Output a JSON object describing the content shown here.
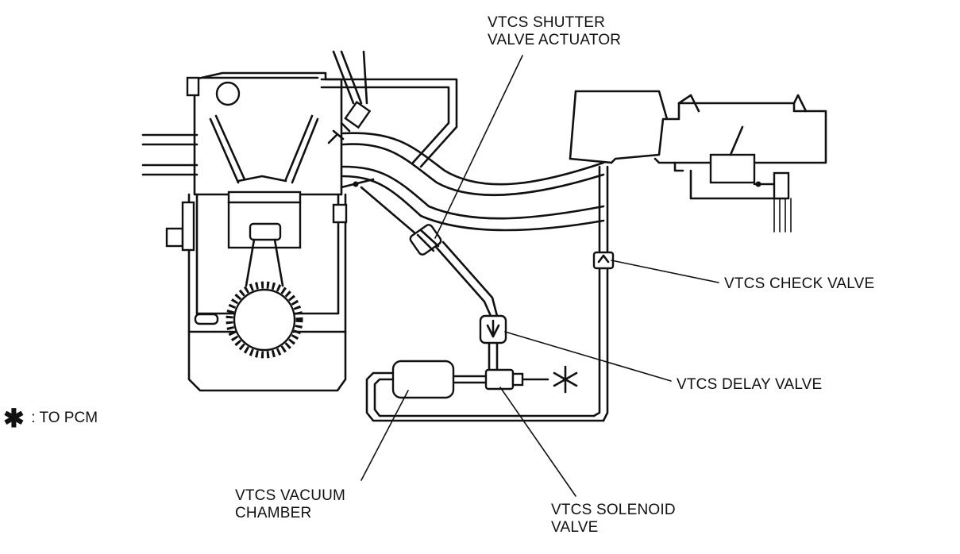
{
  "labels": {
    "shutter_actuator_line1": "VTCS SHUTTER",
    "shutter_actuator_line2": "VALVE ACTUATOR",
    "check_valve": "VTCS CHECK VALVE",
    "delay_valve": "VTCS DELAY VALVE",
    "vacuum_chamber_line1": "VTCS VACUUM",
    "vacuum_chamber_line2": "CHAMBER",
    "solenoid_valve_line1": "VTCS SOLENOID",
    "solenoid_valve_line2": "VALVE"
  },
  "legend": {
    "symbol": "✱",
    "text": ": TO PCM"
  },
  "colors": {
    "ink": "#111111",
    "paper": "#ffffff"
  }
}
